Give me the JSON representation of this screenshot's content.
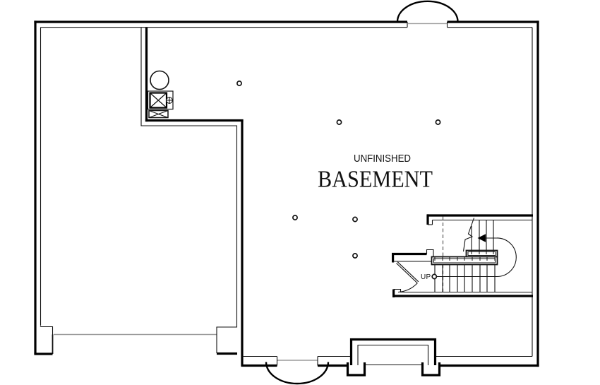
{
  "labels": {
    "room_subtitle": "UNFINISHED",
    "room_title": "BASEMENT",
    "stair_direction": "UP"
  },
  "icons": {
    "water_heater": "circle-tank",
    "furnace": "crossed-square",
    "valve": "crossed-circle",
    "vent_box": "crossed-rectangle",
    "support_column": "small-circle-marker",
    "stair_arrow": "left-arrow"
  },
  "colors": {
    "background": "#ffffff",
    "wall": "#000000",
    "line": "#111111",
    "opening": "#9b9b9b",
    "dashed": "#5a5a5a",
    "text": "#111111"
  }
}
